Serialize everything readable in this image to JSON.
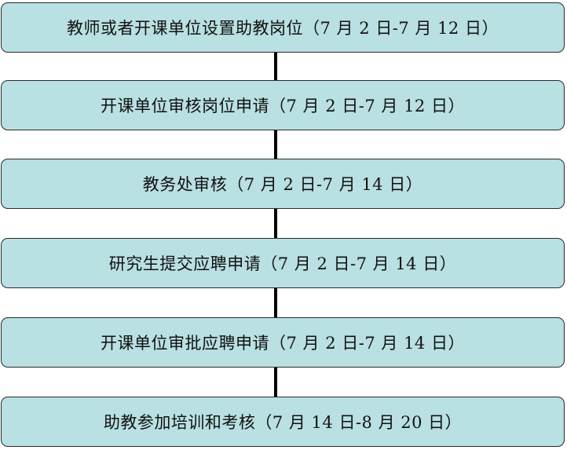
{
  "flowchart": {
    "steps": [
      {
        "label": "教师或者开课单位设置助教岗位（7 月 2 日-7 月 12 日）"
      },
      {
        "label": "开课单位审核岗位申请（7 月 2 日-7 月 12 日）"
      },
      {
        "label": "教务处审核（7 月 2 日-7 月 14 日）"
      },
      {
        "label": "研究生提交应聘申请（7 月 2 日-7 月 14 日）"
      },
      {
        "label": "开课单位审批应聘申请（7 月 2 日-7 月 14 日）"
      },
      {
        "label": "助教参加培训和考核（7 月 14 日-8 月 20 日）"
      }
    ]
  },
  "colors": {
    "box_fill": "#b9e0e2",
    "box_border": "#2b2b2b",
    "connector": "#000000",
    "text": "#111111"
  }
}
